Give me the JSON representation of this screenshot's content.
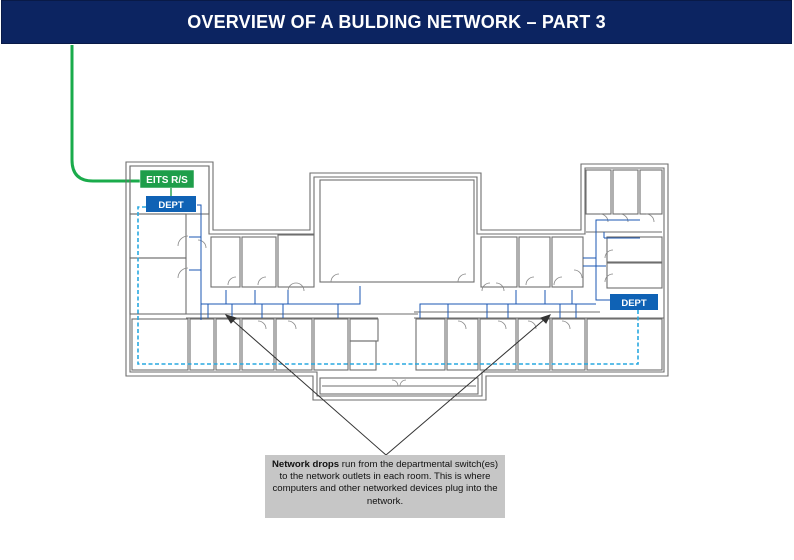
{
  "header": {
    "title": "OVERVIEW OF A BULDING NETWORK – PART 3"
  },
  "labels": {
    "eits": "EITS R/S",
    "dept_left": "DEPT",
    "dept_right": "DEPT"
  },
  "callout": {
    "bold": "Network drops",
    "text": " run from the departmental switch(es) to the network outlets in each room.  This is where computers and other networked devices plug into the network."
  },
  "colors": {
    "header_bg": "#0c2461",
    "eits_green": "#1e9e4a",
    "uplink_green": "#1aab4b",
    "dept_blue": "#0f62b5",
    "drop_blue": "#1b57b3",
    "dashed_cyan": "#29a8e0",
    "wall_gray": "#6e6e6e",
    "callout_bg": "#c6c6c6"
  }
}
